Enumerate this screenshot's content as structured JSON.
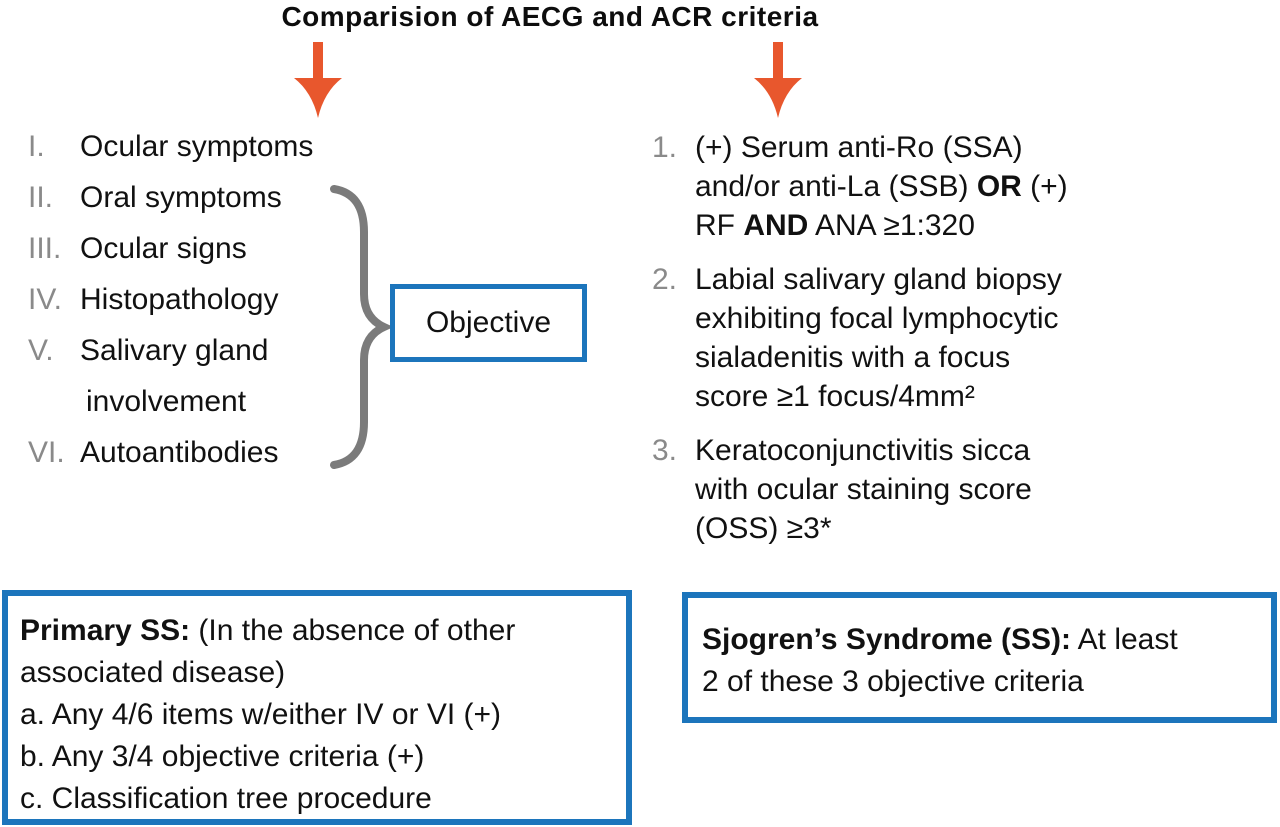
{
  "title": "Comparision of AECG and ACR criteria",
  "colors": {
    "box_border_blue": "#1c75bc",
    "arrow_orange": "#e8572d",
    "numeral_gray": "#8a8a8a",
    "brace_gray": "#7b7b7b",
    "text_black": "#111111"
  },
  "aecg_list": {
    "items": [
      {
        "numeral": "I.",
        "line1": "Ocular symptoms"
      },
      {
        "numeral": "II.",
        "line1": "Oral symptoms"
      },
      {
        "numeral": "III.",
        "line1": "Ocular signs"
      },
      {
        "numeral": "IV.",
        "line1": "Histopathology"
      },
      {
        "numeral": "V.",
        "line1": "Salivary gland",
        "line2": "involvement"
      },
      {
        "numeral": "VI.",
        "line1": "Autoantibodies"
      }
    ]
  },
  "objective_box": {
    "label": "Objective"
  },
  "acr_list": {
    "item1": {
      "number": "1.",
      "line1": "(+) Serum anti-Ro (SSA)",
      "line2_pre": "and/or anti-La (SSB) ",
      "line2_bold": "OR",
      "line2_post": " (+)",
      "line3_pre": "RF ",
      "line3_bold": "AND",
      "line3_post": " ANA ≥1:320"
    },
    "item2": {
      "number": "2.",
      "line1": "Labial salivary gland biopsy",
      "line2": "exhibiting focal lymphocytic",
      "line3": "sialadenitis with a focus",
      "line4": "score ≥1 focus/4mm²"
    },
    "item3": {
      "number": "3.",
      "line1": "Keratoconjunctivitis sicca",
      "line2": "with ocular staining score",
      "line3": "(OSS) ≥3*"
    }
  },
  "primary_ss_box": {
    "heading_bold": "Primary SS:",
    "heading_rest": " (In the absence of other",
    "line2": "associated disease)",
    "line3": "a. Any 4/6 items w/either IV or VI (+)",
    "line4": "b. Any 3/4 objective criteria (+)",
    "line5": "c. Classification tree procedure"
  },
  "ss_box": {
    "heading_bold": "Sjogren’s Syndrome (SS):",
    "heading_rest": " At least",
    "line2": "2 of these 3 objective criteria"
  }
}
